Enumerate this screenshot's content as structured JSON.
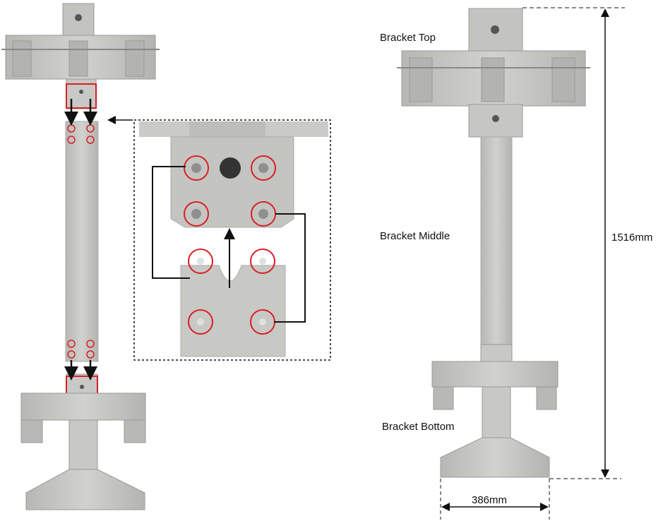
{
  "labels": {
    "top": "Bracket Top",
    "middle": "Bracket Middle",
    "bottom": "Bracket Bottom"
  },
  "dimensions": {
    "height": "1516mm",
    "width": "386mm"
  },
  "colors": {
    "metal": "#c6c7c3",
    "metal_dark": "#9d9e9a",
    "highlight": "#d91f26",
    "line": "#111111"
  }
}
